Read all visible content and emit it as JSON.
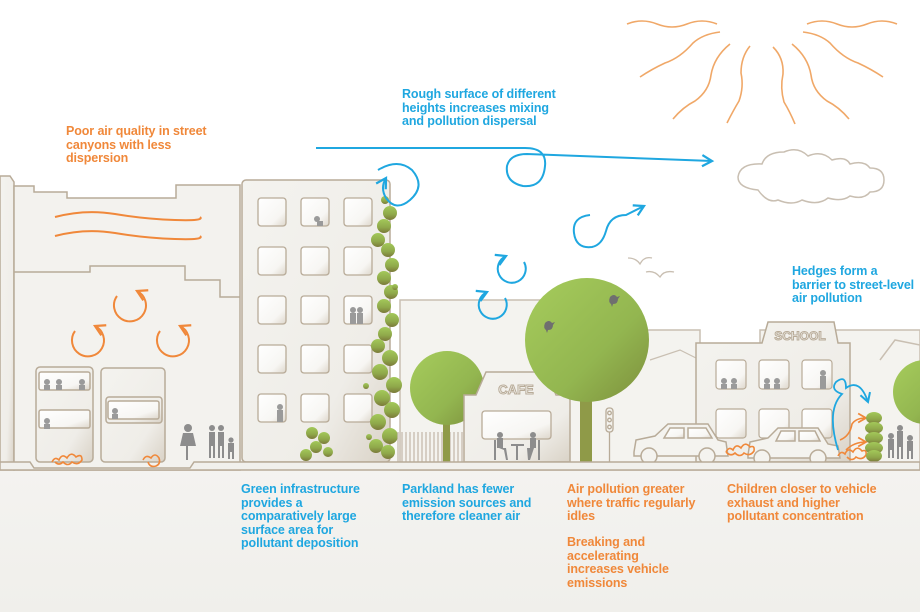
{
  "colors": {
    "orange": "#f0883a",
    "blue": "#1fa7e0",
    "building_outline": "#b8ab98",
    "building_fill": "#f3f2ee",
    "green_light": "#a1c65a",
    "green_dark": "#7f8f3a",
    "ground": "#f1f0ec",
    "people": "#8d8d8d"
  },
  "labels": {
    "street_canyon": "Poor air quality in street canyons with less dispersion",
    "rough_surface": "Rough surface of different heights increases mixing and pollution dispersal",
    "hedges": "Hedges form a barrier to street-level air pollution",
    "green_infrastructure": "Green infrastructure provides a comparatively large surface area for pollutant deposition",
    "parkland": "Parkland has fewer emission sources and therefore cleaner air",
    "traffic_idles": "Air pollution greater where traffic regularly idles",
    "braking": "Breaking and accelerating increases vehicle emissions",
    "children": "Children closer to vehicle exhaust and higher pollutant concentration"
  },
  "signs": {
    "cafe": "CAFE",
    "school": "SCHOOL"
  }
}
